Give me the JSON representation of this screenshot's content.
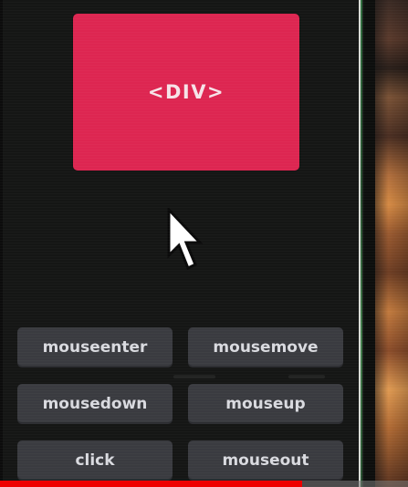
{
  "demo": {
    "div_label": "<DIV>"
  },
  "event_buttons": [
    {
      "label": "mouseenter"
    },
    {
      "label": "mousemove"
    },
    {
      "label": "mousedown"
    },
    {
      "label": "mouseup"
    },
    {
      "label": "click"
    },
    {
      "label": "mouseout"
    }
  ],
  "video": {
    "progress": 0.74
  },
  "colors": {
    "div_box": "#dd2651",
    "button_bg": "#3a3b40",
    "button_text": "#d9dadf",
    "progress": "#ee0000",
    "background": "#151615"
  },
  "icons": {
    "cursor": "mouse-pointer-arrow"
  }
}
